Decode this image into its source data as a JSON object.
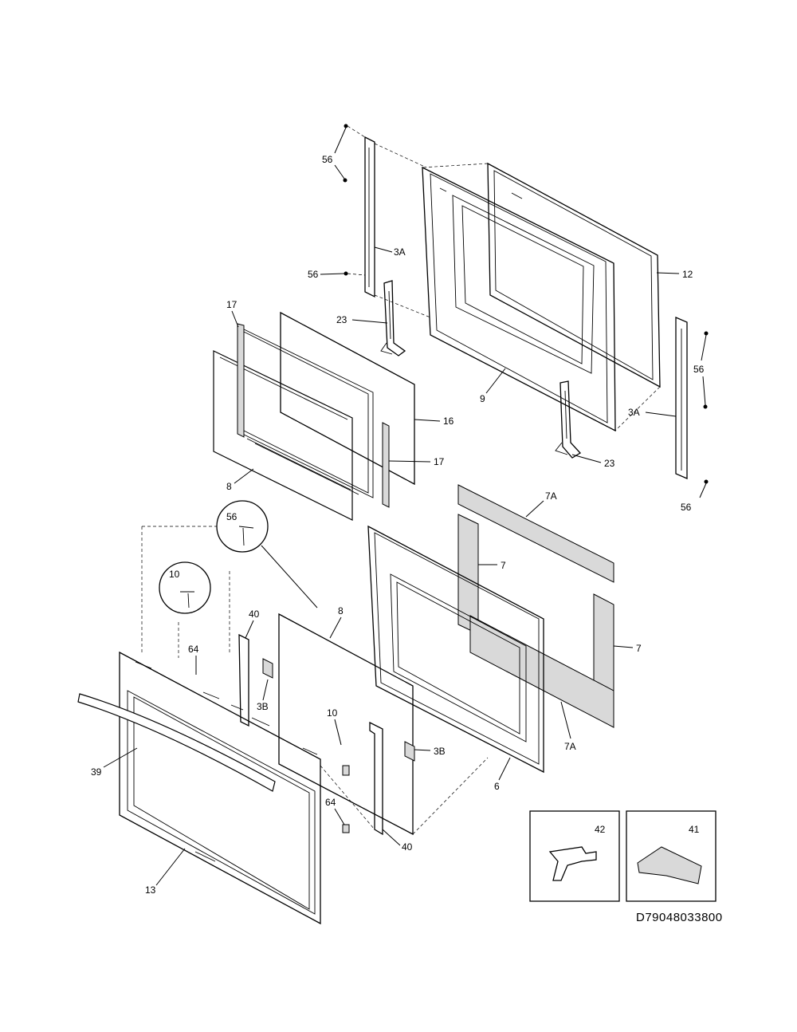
{
  "drawing_number": "D79048033800",
  "callouts": {
    "c56_a": "56",
    "c3A_a": "3A",
    "c56_b": "56",
    "c12": "12",
    "c17_a": "17",
    "c23_a": "23",
    "c56_c": "56",
    "c9": "9",
    "c16": "16",
    "c3A_b": "3A",
    "c17_b": "17",
    "c23_b": "23",
    "c8_a": "8",
    "c56_d": "56",
    "c7A_a": "7A",
    "c56_e": "56",
    "c7_a": "7",
    "c10_a": "10",
    "c40_a": "40",
    "c8_b": "8",
    "c7_b": "7",
    "c64_a": "64",
    "c3B_a": "3B",
    "c10_b": "10",
    "c3B_b": "3B",
    "c7A_b": "7A",
    "c39": "39",
    "c6": "6",
    "c64_b": "64",
    "c40_b": "40",
    "c13": "13",
    "c42": "42",
    "c41": "41"
  }
}
